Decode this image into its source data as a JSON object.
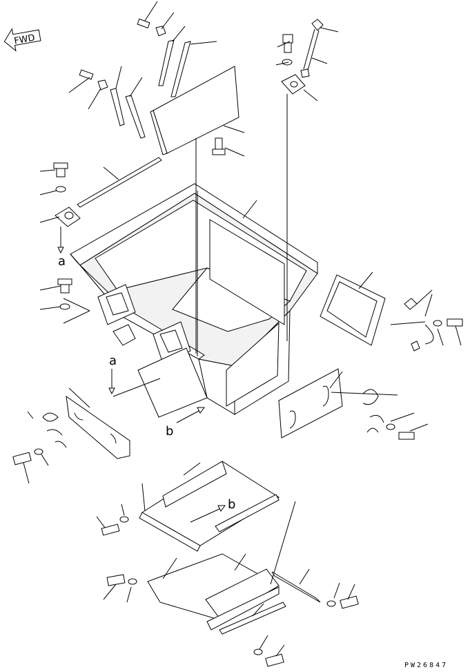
{
  "diagram": {
    "direction_badge": "FWD",
    "view_labels": {
      "a_upper": "a",
      "a_lower": "a",
      "b_upper": "b",
      "b_lower": "b"
    },
    "drawing_number": "PW26847"
  }
}
